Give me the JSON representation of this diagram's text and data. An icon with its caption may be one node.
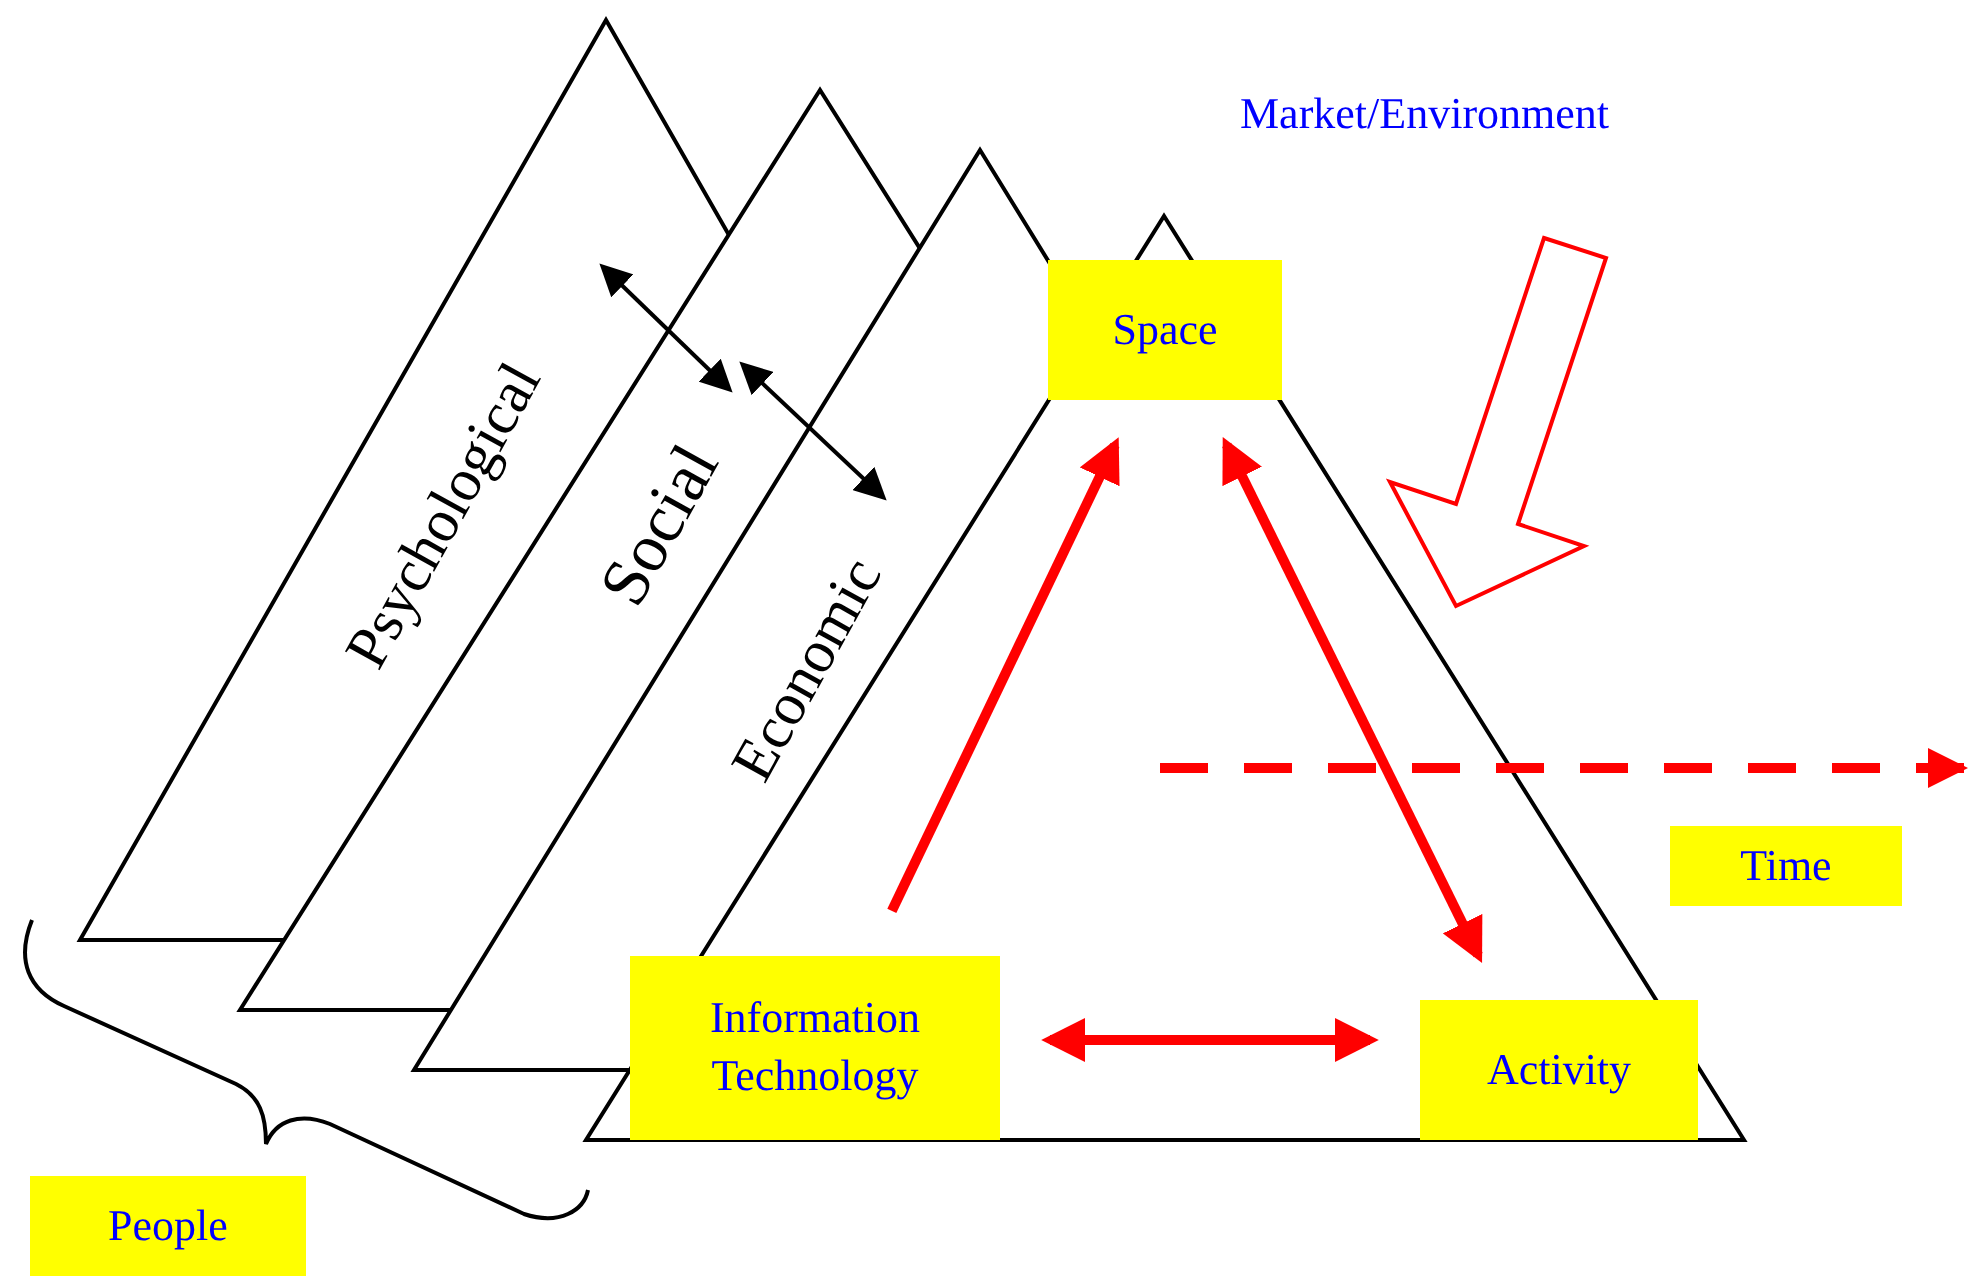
{
  "diagram": {
    "nodes": [
      {
        "text": [
          "Psychological"
        ]
      },
      {
        "text": [
          "Social"
        ]
      },
      {
        "text": [
          "Economic"
        ]
      },
      {
        "text": [
          "Space"
        ]
      },
      {
        "text": [
          "Information Technology"
        ]
      },
      {
        "text": [
          "Activity"
        ]
      },
      {
        "text": [
          "Time"
        ]
      },
      {
        "text": [
          "People"
        ]
      }
    ],
    "edges": [
      {
        "from": 0,
        "to": 1,
        "arrow": "both",
        "color": "#000000"
      },
      {
        "from": 1,
        "to": 2,
        "arrow": "both",
        "color": "#000000"
      },
      {
        "from": 4,
        "to": 3,
        "arrow": "to"
      },
      {
        "from": 3,
        "to": 5,
        "arrow": "both"
      },
      {
        "from": 4,
        "to": 5,
        "arrow": "both"
      }
    ],
    "labels": [
      "Market/Environment"
    ]
  }
}
